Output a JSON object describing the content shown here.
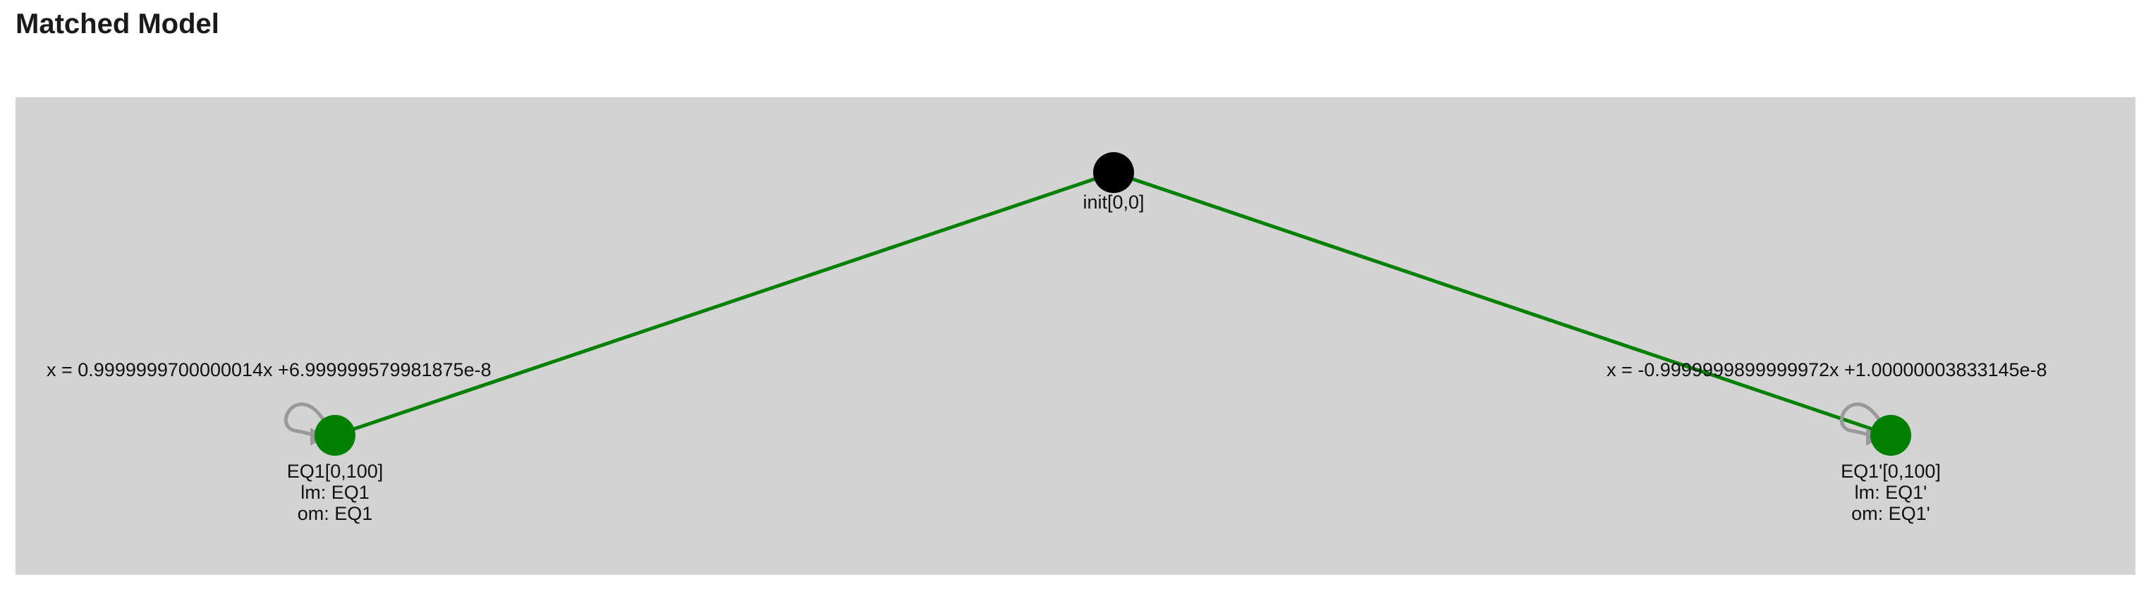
{
  "title": "Matched Model",
  "colors": {
    "background": "#d3d3d3",
    "edge": "#008000",
    "self_loop": "#999999",
    "node_init": "#000000",
    "node_state": "#008000"
  },
  "graph": {
    "nodes": [
      {
        "id": "init",
        "label": "init[0,0]",
        "color": "#000000"
      },
      {
        "id": "EQ1",
        "label": "EQ1[0,100]",
        "lm": "lm: EQ1",
        "om": "om: EQ1",
        "color": "#008000",
        "loop_label": "x = 0.9999999700000014x +6.999999579981875e-8"
      },
      {
        "id": "EQ1p",
        "label": "EQ1'[0,100]",
        "lm": "lm: EQ1'",
        "om": "om: EQ1'",
        "color": "#008000",
        "loop_label": "x = -0.9999999899999972x +1.00000003833145e-8"
      }
    ],
    "edges": [
      {
        "from": "init",
        "to": "EQ1"
      },
      {
        "from": "init",
        "to": "EQ1p"
      }
    ]
  }
}
